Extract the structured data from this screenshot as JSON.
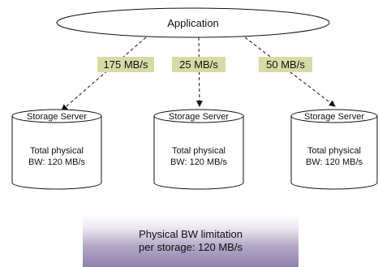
{
  "application": {
    "label": "Application"
  },
  "links": [
    {
      "label": "175 MB/s"
    },
    {
      "label": "25 MB/s"
    },
    {
      "label": "50 MB/s"
    }
  ],
  "servers": [
    {
      "title": "Storage Server",
      "line1": "Total physical",
      "line2": "BW: 120 MB/s"
    },
    {
      "title": "Storage Server",
      "line1": "Total physical",
      "line2": "BW: 120 MB/s"
    },
    {
      "title": "Storage Server",
      "line1": "Total physical",
      "line2": "BW: 120 MB/s"
    }
  ],
  "limitation": {
    "line1": "Physical BW limitation",
    "line2": "per storage: 120 MB/s"
  },
  "colors": {
    "label_background": "#d6dba6",
    "limitation_gradient_bottom": "#8e80ad",
    "stroke": "#111111"
  }
}
